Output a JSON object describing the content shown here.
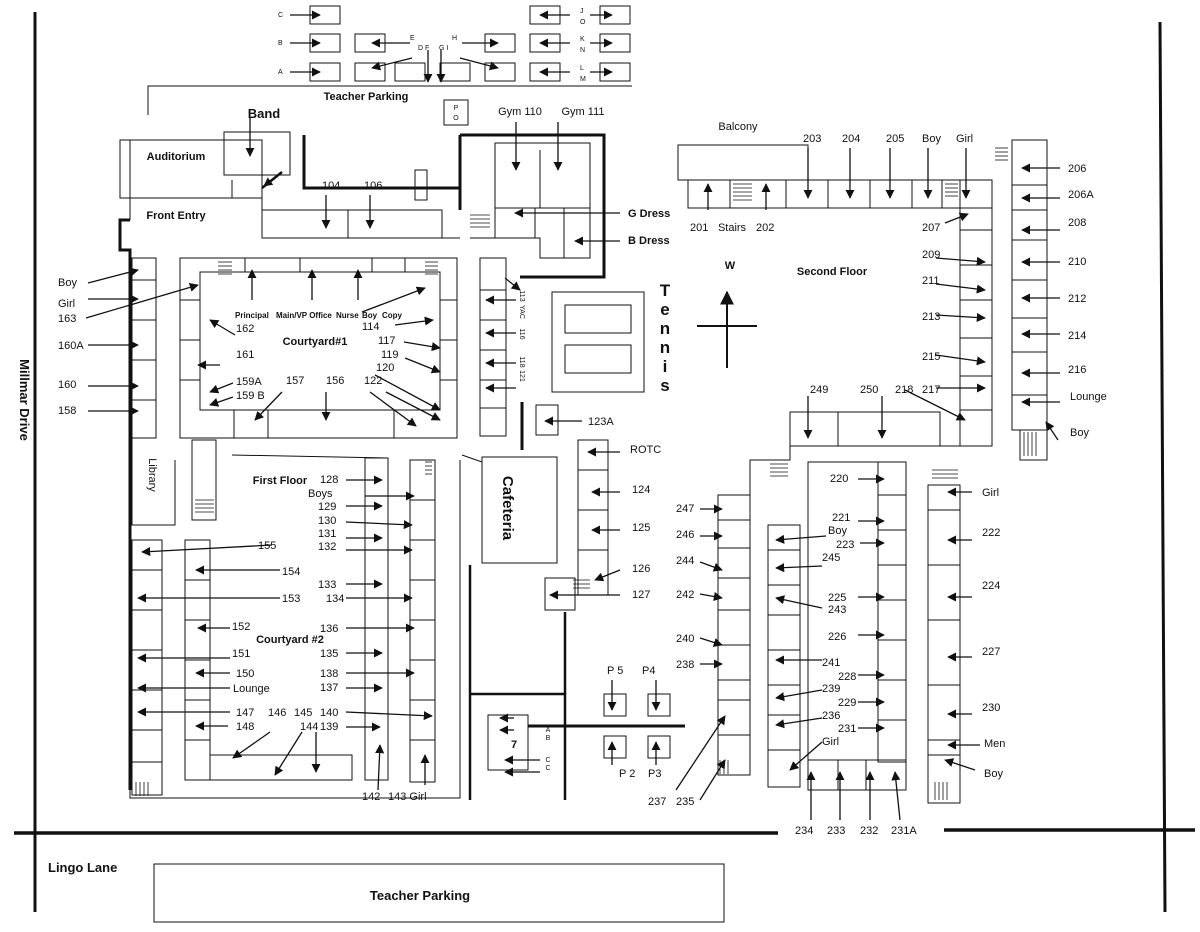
{
  "streets": {
    "millmar": "Millmar Drive",
    "lingo": "Lingo Lane"
  },
  "parking": {
    "top": "Teacher Parking",
    "bottom": "Teacher Parking",
    "lot_letters": [
      "C",
      "B",
      "A",
      "E",
      "D F",
      "G I",
      "H",
      "J",
      "O",
      "K",
      "N",
      "L",
      "M"
    ],
    "po": [
      "P",
      "O"
    ]
  },
  "areas": {
    "band": "Band",
    "auditorium": "Auditorium",
    "front_entry": "Front Entry",
    "gym110": "Gym 110",
    "gym111": "Gym 111",
    "balcony": "Balcony",
    "g_dress": "G Dress",
    "b_dress": "B Dress",
    "tennis": [
      "T",
      "e",
      "n",
      "n",
      "i",
      "s"
    ],
    "compass": "W",
    "second_floor": "Second Floor",
    "courtyard1": "Courtyard#1",
    "courtyard2": "Courtyard #2",
    "first_floor": "First Floor",
    "library": "Library",
    "cafeteria": "Cafeteria",
    "principal": "Principal",
    "main_vp": "Main/VP Office",
    "nurse": "Nurse",
    "boy_top": "Boy",
    "copy": "Copy",
    "lounge_first": "Lounge",
    "lounge_second": "Lounge",
    "rotc": "ROTC",
    "stairs": "Stairs",
    "portable7": "7",
    "p2": "P 2",
    "p3": "P3",
    "p4": "P4",
    "p5": "P 5",
    "portable_ab": [
      "A",
      "B"
    ],
    "portable_cc": [
      "C",
      "C"
    ],
    "small_rooms": [
      "113",
      "YAC",
      "116",
      "118",
      "121"
    ]
  },
  "restrooms": {
    "boy_163": "Boy",
    "girl_163": "Girl",
    "boys_128": "Boys",
    "girl_143": "143 Girl",
    "boy_205": "Boy",
    "girl_205": "Girl",
    "boy_lounge": "Boy",
    "girl_222": "Girl",
    "men_230": "Men",
    "boy_230": "Boy",
    "boy_221": "Boy",
    "girl_236": "Girl"
  },
  "rooms": {
    "r104": "104",
    "r106": "106",
    "r162": "162",
    "r114": "114",
    "r117": "117",
    "r119": "119",
    "r120": "120",
    "r122": "122",
    "r161": "161",
    "r159a": "159A",
    "r159b": "159 B",
    "r157": "157",
    "r156": "156",
    "r163": "163",
    "r160a": "160A",
    "r160": "160",
    "r158": "158",
    "r123a": "123A",
    "r124": "124",
    "r125": "125",
    "r126": "126",
    "r127": "127",
    "r128": "128",
    "r129": "129",
    "r130": "130",
    "r131": "131",
    "r132": "132",
    "r133": "133",
    "r134": "134",
    "r135": "135",
    "r136": "136",
    "r137": "137",
    "r138": "138",
    "r139": "139",
    "r140": "140",
    "r142": "142",
    "r144": "144",
    "r145": "145",
    "r146": "146",
    "r147": "147",
    "r148": "148",
    "r150": "150",
    "r151": "151",
    "r152": "152",
    "r153": "153",
    "r154": "154",
    "r155": "155",
    "r201": "201",
    "r202": "202",
    "r203": "203",
    "r204": "204",
    "r205": "205",
    "r206": "206",
    "r206a": "206A",
    "r207": "207",
    "r208": "208",
    "r209": "209",
    "r210": "210",
    "r211": "211",
    "r212": "212",
    "r213": "213",
    "r214": "214",
    "r215": "215",
    "r216": "216",
    "r217": "217",
    "r218": "218",
    "r220": "220",
    "r221": "221",
    "r222": "222",
    "r223": "223",
    "r224": "224",
    "r225": "225",
    "r226": "226",
    "r227": "227",
    "r228": "228",
    "r229": "229",
    "r230": "230",
    "r231": "231",
    "r231a": "231A",
    "r232": "232",
    "r233": "233",
    "r234": "234",
    "r235": "235",
    "r236": "236",
    "r237": "237",
    "r238": "238",
    "r239": "239",
    "r240": "240",
    "r241": "241",
    "r242": "242",
    "r243": "243",
    "r244": "244",
    "r245": "245",
    "r246": "246",
    "r247": "247",
    "r249": "249",
    "r250": "250"
  }
}
